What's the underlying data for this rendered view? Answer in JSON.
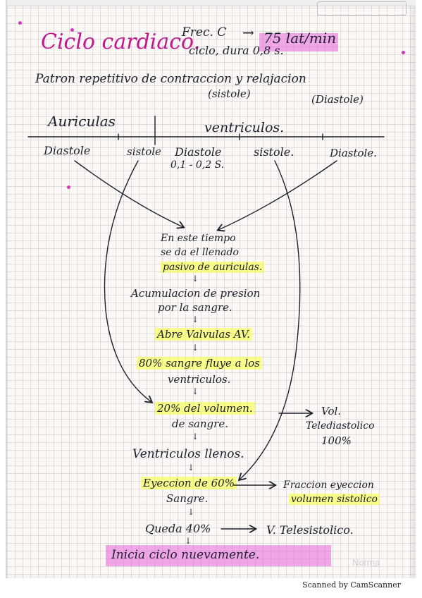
{
  "title": "Ciclo cardiaco.",
  "freq_label": "Frec. C",
  "arrow_glyph": "→",
  "freq_value": "75 lat/min",
  "cycle_duration": "ciclo, dura 0,8 s.",
  "pattern_text": "Patron repetitivo de contraccion y relajacion",
  "systole_label": "(sistole)",
  "diastole_label": "(Diastole)",
  "headers": {
    "atria": "Auriculas",
    "ventricles": "ventriculos."
  },
  "phases": {
    "atria_diastole": "Diastole",
    "atria_systole": "sistole",
    "vent_diastole": "Diastole",
    "vent_diastole_time": "0,1 - 0,2 S.",
    "vent_systole": "sistole.",
    "final_diastole": "Diastole."
  },
  "flow": {
    "step1_a": "En este tiempo",
    "step1_b": "se da el llenado",
    "step1_c": "pasivo de auriculas.",
    "down": "↓",
    "step2_a": "Acumulacion de presion",
    "step2_b": "por la sangre.",
    "step3": "Abre Valvulas AV.",
    "step4_a": "80% sangre fluye a los",
    "step4_b": "ventriculos.",
    "step5_a": "20% del volumen.",
    "step5_b": "de sangre.",
    "step6": "Ventriculos llenos.",
    "step7_a": "Eyeccion de 60%",
    "step7_b": "Sangre.",
    "step8": "Queda 40%",
    "step9": "Inicia ciclo nuevamente."
  },
  "side": {
    "tele_a": "Vol.",
    "tele_b": "Telediastolico",
    "tele_c": "100%",
    "ejection_a": "Fraccion eyeccion",
    "ejection_b": "volumen sistolico",
    "telesys": "V. Telesistolico."
  },
  "watermark": "Norma",
  "footer": "Scanned by CamScanner",
  "colors": {
    "title": "#c2188f",
    "highlight_yellow": "#f8ff50",
    "highlight_pink": "#e86ee6",
    "ink": "#1f1f2e"
  }
}
